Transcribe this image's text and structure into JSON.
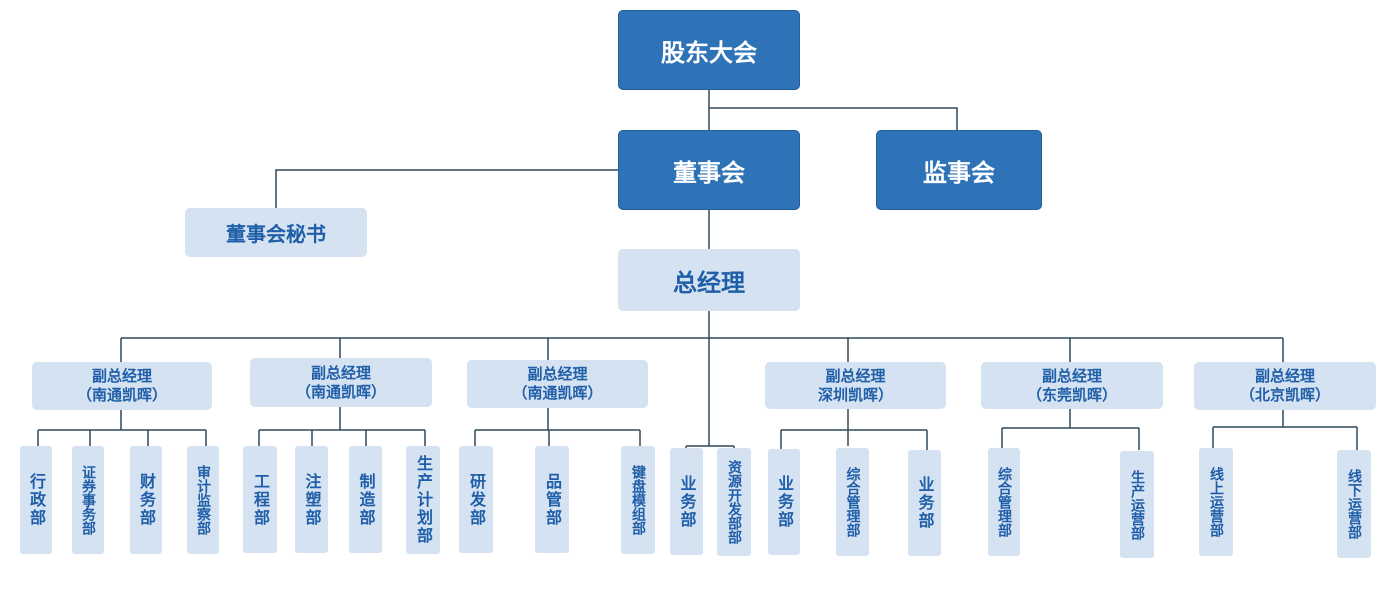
{
  "top": {
    "shareholders": "股东大会",
    "board": "董事会",
    "supervisors": "监事会",
    "secretary": "董事会秘书",
    "gm": "总经理"
  },
  "vps": [
    {
      "title": "副总经理",
      "location": "（南通凯晖）",
      "depts": [
        "行政部",
        "证券事务部",
        "财务部",
        "审计监察部"
      ]
    },
    {
      "title": "副总经理",
      "location": "（南通凯晖）",
      "depts": [
        "工程部",
        "注塑部",
        "制造部",
        "生产计划部"
      ]
    },
    {
      "title": "副总经理",
      "location": "（南通凯晖）",
      "depts": [
        "研发部",
        "品管部",
        "键盘模组部"
      ]
    },
    {
      "title": "副总经理",
      "location": "深圳凯晖）",
      "depts": [
        "业务部",
        "综合管理部",
        "业务部"
      ]
    },
    {
      "title": "副总经理",
      "location": "（东莞凯晖）",
      "depts": [
        "综合管理部",
        "生产运营部"
      ]
    },
    {
      "title": "副总经理",
      "location": "（北京凯晖）",
      "depts": [
        "线上运营部",
        "线下运营部"
      ]
    }
  ],
  "gm_direct_depts": [
    "业务部",
    "资源开发部部"
  ],
  "colors": {
    "dark_box": "#2e72b8",
    "light_box": "#d5e2f1",
    "text": "#1f5ea8",
    "line": "#2f4a5a"
  }
}
